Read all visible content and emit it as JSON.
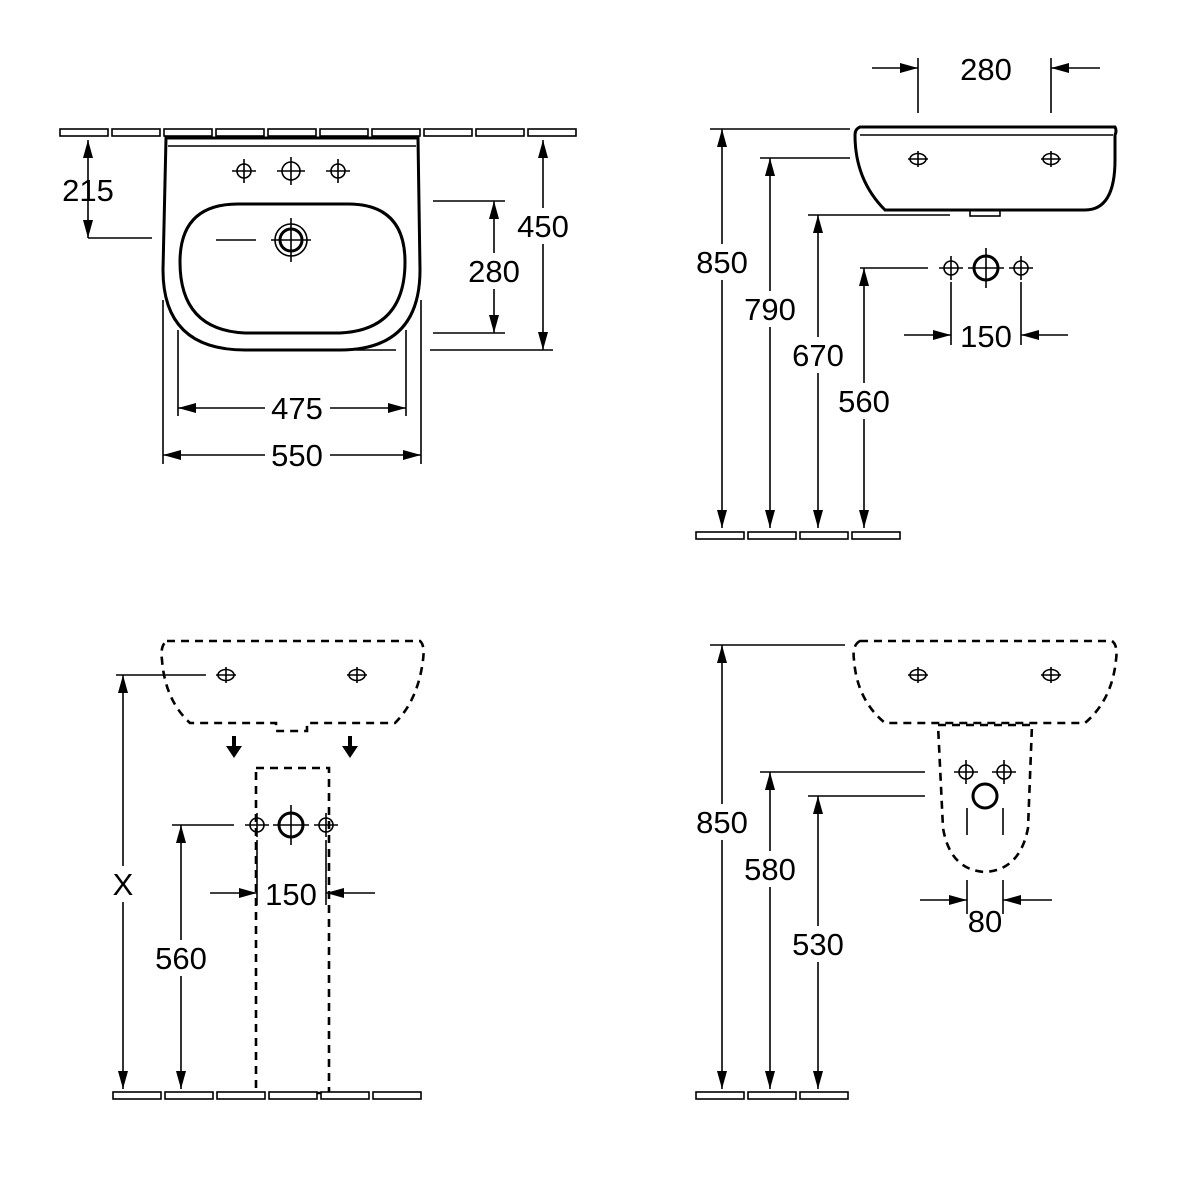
{
  "views": {
    "top": {
      "dims": {
        "depth_back": "215",
        "total_depth": "450",
        "bowl_depth": "280",
        "bowl_width": "475",
        "total_width": "550"
      }
    },
    "side": {
      "dims": {
        "fixing_spacing": "280",
        "rim_height": "850",
        "fixing_height": "790",
        "underside_height": "670",
        "supply_height": "560",
        "supply_spacing": "150"
      }
    },
    "pedestal": {
      "dims": {
        "variable_height": "X",
        "supply_height": "560",
        "supply_spacing": "150"
      }
    },
    "semi_pedestal": {
      "dims": {
        "rim_height": "850",
        "supply_height": "580",
        "waste_height": "530",
        "waste_spacing": "80"
      }
    }
  }
}
